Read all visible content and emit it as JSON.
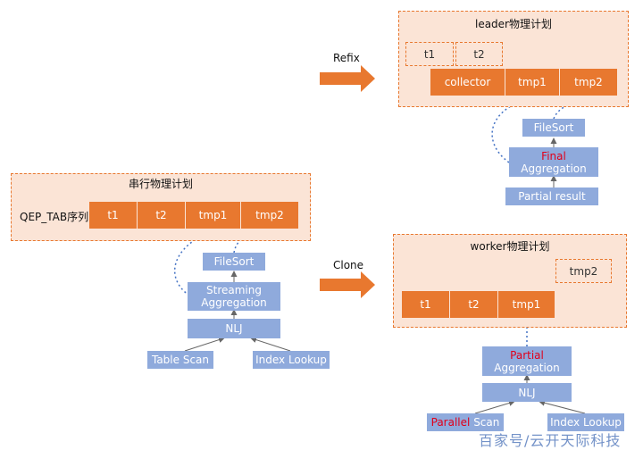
{
  "arrows": {
    "refix_label": "Refix",
    "clone_label": "Clone"
  },
  "serial": {
    "title": "串行物理计划",
    "row_label": "QEP_TAB序列",
    "cells": [
      "t1",
      "t2",
      "tmp1",
      "tmp2"
    ],
    "nodes": {
      "filesort": "FileSort",
      "streaming_1": "Streaming",
      "streaming_2": "Aggregation",
      "nlj": "NLJ",
      "table_scan": "Table Scan",
      "index_lookup": "Index Lookup"
    }
  },
  "leader": {
    "title": "leader物理计划",
    "dashed_cells": [
      "t1",
      "t2"
    ],
    "cells": [
      "collector",
      "tmp1",
      "tmp2"
    ],
    "nodes": {
      "filesort": "FileSort",
      "final_1": "Final",
      "final_2": "Aggregation",
      "partial_result": "Partial result"
    }
  },
  "worker": {
    "title": "worker物理计划",
    "dashed_cell": "tmp2",
    "cells": [
      "t1",
      "t2",
      "tmp1"
    ],
    "nodes": {
      "partial_1": "Partial",
      "partial_2": "Aggregation",
      "nlj": "NLJ",
      "parallel_scan_red": "Parallel",
      "parallel_scan_rest": "Scan",
      "index_lookup": "Index Lookup"
    }
  },
  "watermark": "百家号/云开天际科技",
  "colors": {
    "orange": "#e8782f",
    "panel_bg": "#fbe4d6",
    "node_blue": "#8faadc",
    "link_blue": "#4472c4",
    "highlight_red": "#e0001a"
  }
}
